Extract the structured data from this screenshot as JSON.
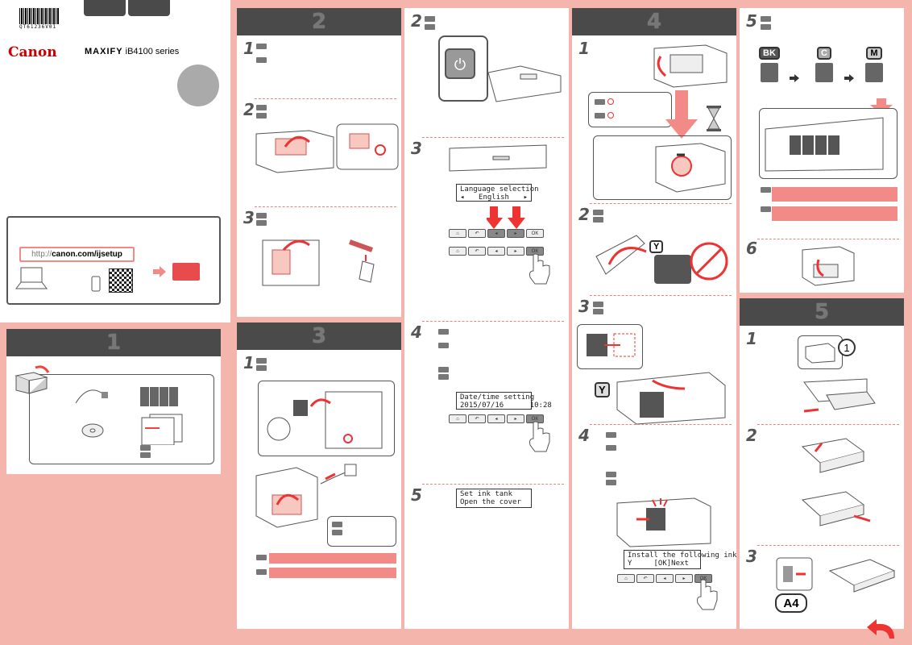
{
  "barcode_text": "QT61236V01",
  "brand": {
    "logo": "Canon",
    "product": "MAXIFY",
    "model": "iB4100 series"
  },
  "setup": {
    "url_prefix": "http://",
    "url_domain": "canon.com/ijsetup"
  },
  "sections": {
    "s1": "1",
    "s2": "2",
    "s3": "3",
    "s4": "4",
    "s5": "5"
  },
  "steps": [
    "1",
    "2",
    "3",
    "4",
    "5",
    "6"
  ],
  "lcd": {
    "language_l1": "Language selection",
    "language_l2": "English",
    "datetime_l1": "Date/time setting",
    "datetime_l2": "2015/07/16      10:28",
    "setink_l1": "Set ink tank",
    "setink_l2": "Open the cover",
    "install_l1": "Install the following ink",
    "install_l2": "Y     [OK]Next"
  },
  "panel_buttons": {
    "ok": "OK"
  },
  "ink_labels": {
    "bk": "BK",
    "c": "C",
    "m": "M",
    "y": "Y"
  },
  "paper_label": "A4",
  "callout_number": "1",
  "colors": {
    "accent": "#f28b88",
    "header": "#4a4a4a",
    "background": "#f4b5ad"
  }
}
